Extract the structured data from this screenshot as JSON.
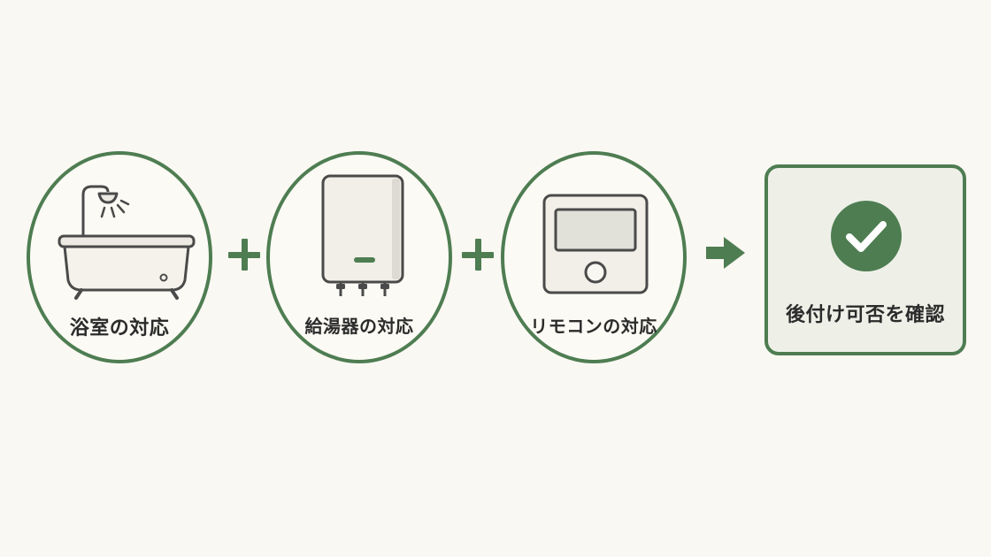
{
  "steps": [
    {
      "label": "浴室の対応",
      "icon": "bathtub-shower-icon"
    },
    {
      "label": "給湯器の対応",
      "icon": "water-heater-icon"
    },
    {
      "label": "リモコンの対応",
      "icon": "remote-controller-icon"
    }
  ],
  "operators": [
    "+",
    "+"
  ],
  "result": {
    "label": "後付け可否を確認",
    "icon": "check-circle-icon"
  },
  "colors": {
    "accent": "#4E7D52",
    "background": "#FAF8F2",
    "result_fill": "#EEF0E8",
    "text": "#2B2B2B"
  }
}
